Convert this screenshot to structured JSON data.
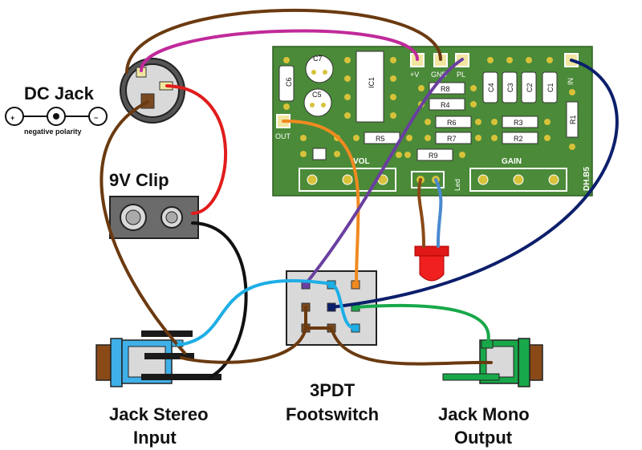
{
  "labels": {
    "dc_jack": "DC Jack",
    "negative_polarity": "negative polarity",
    "plus": "+",
    "minus": "−",
    "clip": "9V Clip",
    "jack_stereo_line1": "Jack Stereo",
    "jack_stereo_line2": "Input",
    "footswitch_line1": "3PDT",
    "footswitch_line2": "Footswitch",
    "jack_mono_line1": "Jack Mono",
    "jack_mono_line2": "Output"
  },
  "pcb": {
    "pads_top": {
      "v": "+V",
      "gnd": "GND",
      "pl": "PL",
      "in": "IN"
    },
    "out": "OUT",
    "vol": "VOL",
    "gain": "GAIN",
    "led": "Led",
    "board_id": "DH.B5",
    "components": {
      "c6": "C6",
      "c7": "C7",
      "c5": "C5",
      "ic1": "IC1",
      "c4": "C4",
      "c3": "C3",
      "c2": "C2",
      "c1": "C1",
      "r8": "R8",
      "r4": "R4",
      "r6": "R6",
      "r3": "R3",
      "r7": "R7",
      "r2": "R2",
      "r5": "R5",
      "r9": "R9",
      "r1": "R1"
    }
  },
  "colors": {
    "pcb": "#4a8a38",
    "brown": "#6b3a10",
    "magenta": "#c02a9a",
    "red": "#e11c1c",
    "black": "#111111",
    "orange": "#f08a20",
    "purple": "#6a3fa0",
    "navy": "#0c1f6b",
    "cyan": "#1eaee6",
    "green": "#18a84a",
    "led_red": "#f02020"
  }
}
